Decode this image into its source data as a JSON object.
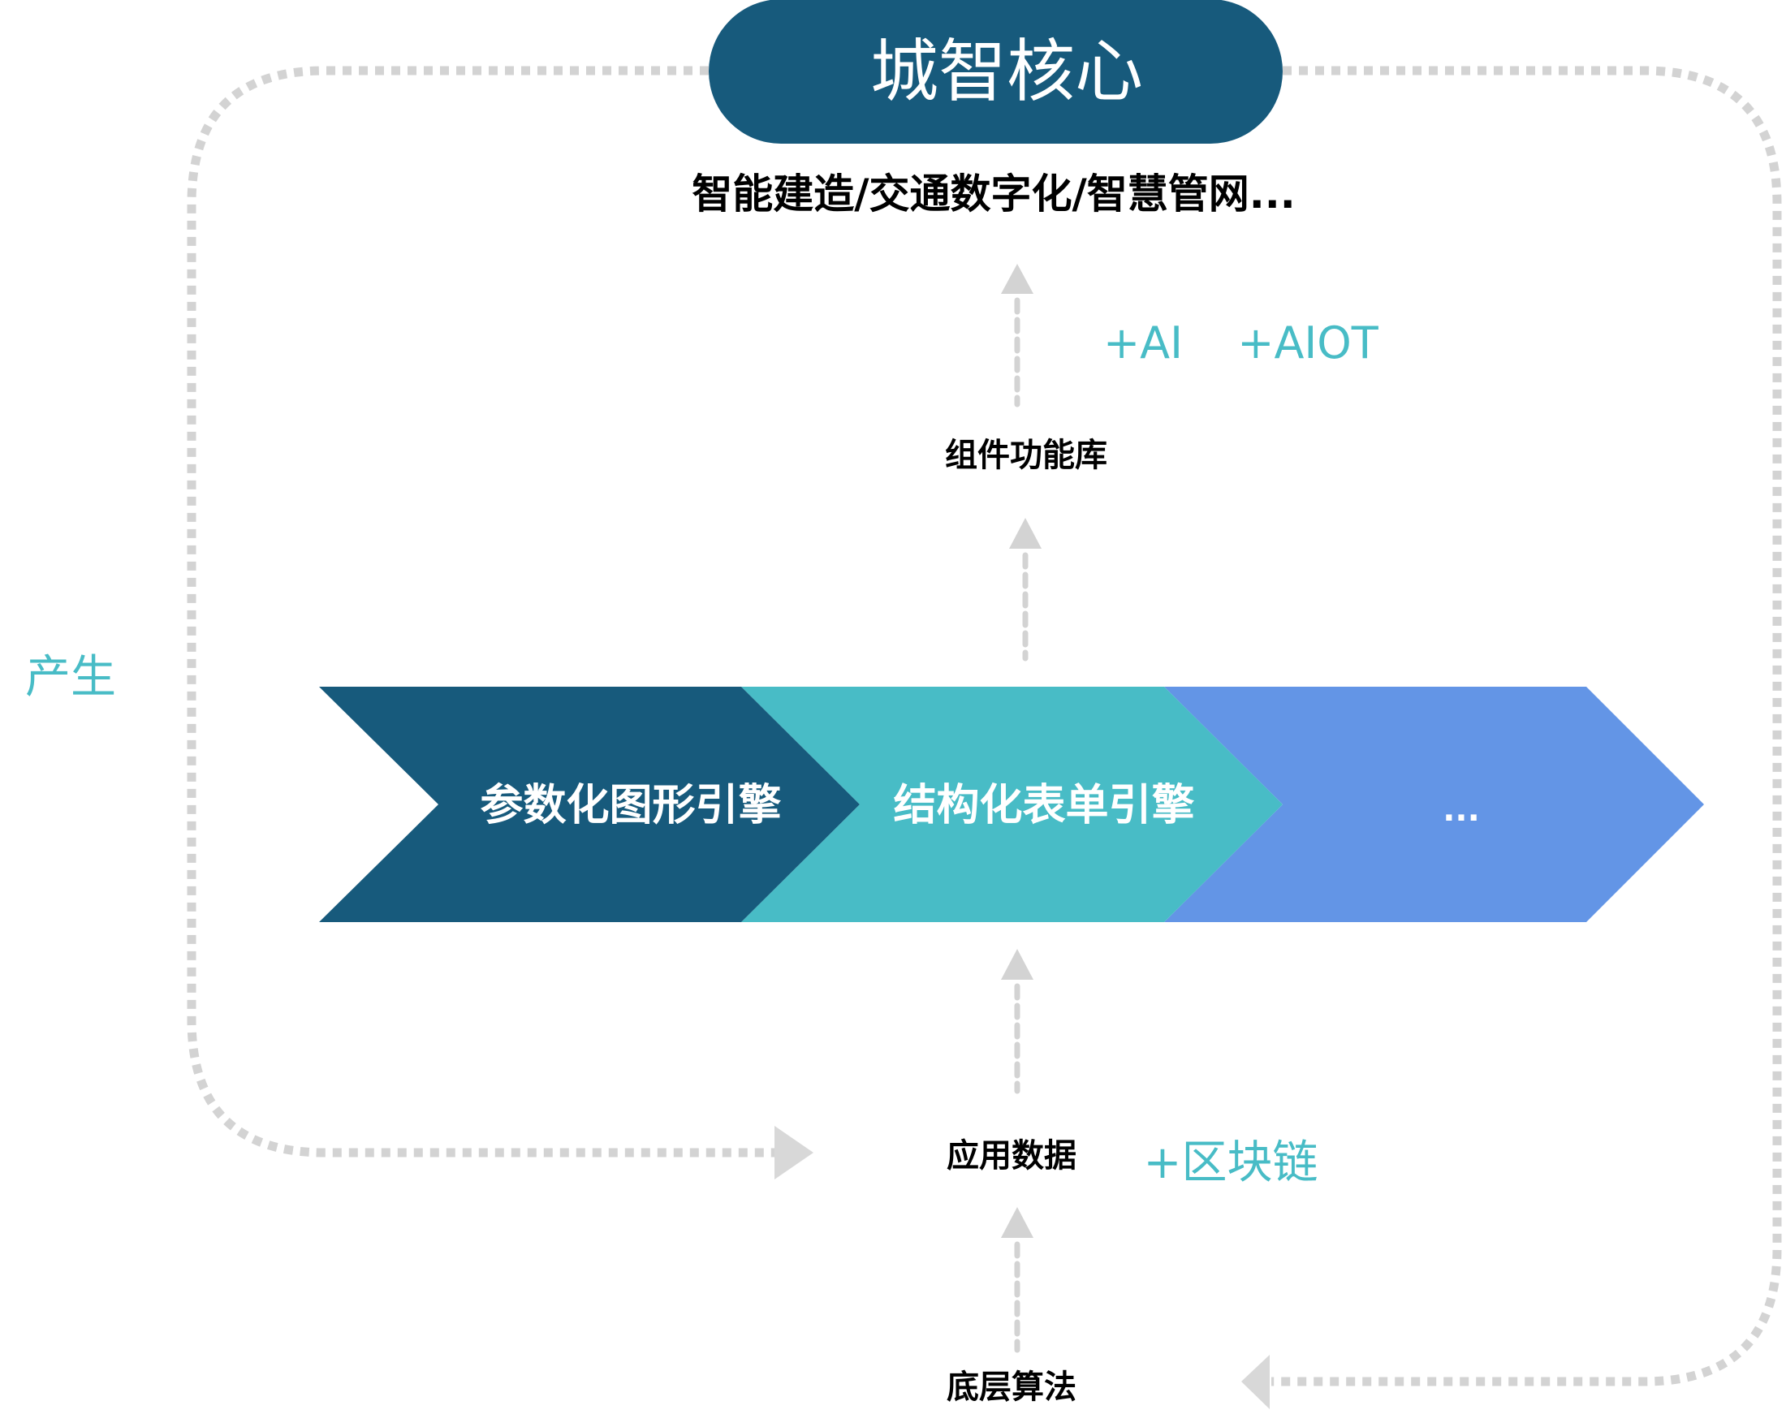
{
  "header": {
    "title": "城智核心",
    "subtitle": "智能建造/交通数字化/智慧管网..."
  },
  "layers": {
    "components": "组件功能库",
    "app_data": "应用数据",
    "algorithms": "底层算法"
  },
  "addons": {
    "ai": "+AI",
    "aiot": "+AIOT",
    "blockchain": "+区块链"
  },
  "side_label": "产生",
  "engines": [
    {
      "label": "参数化图形引擎",
      "color": "#175a7c"
    },
    {
      "label": "结构化表单引擎",
      "color": "#48bcc6"
    },
    {
      "label": "...",
      "color": "#6395e6"
    }
  ],
  "colors": {
    "primary": "#175a7c",
    "accent": "#48bcc6",
    "blue": "#6395e6",
    "connector": "#d3d3d3"
  }
}
